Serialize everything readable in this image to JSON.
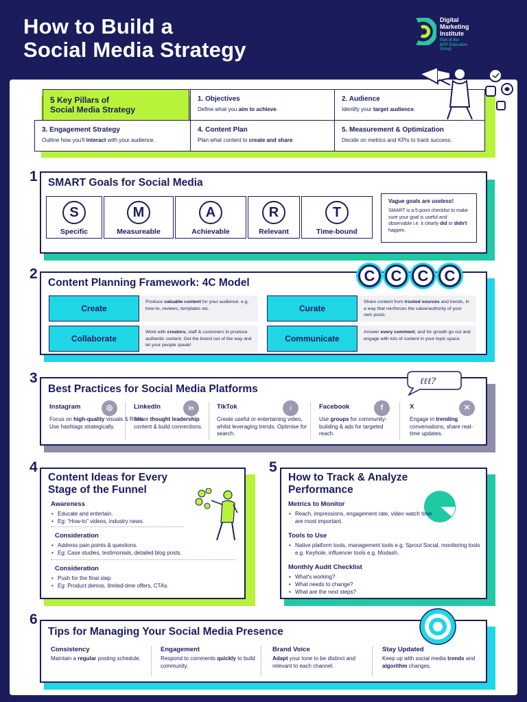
{
  "header": {
    "title_line1": "How to Build a",
    "title_line2": "Social Media Strategy",
    "logo_line1": "Digital",
    "logo_line2": "Marketing",
    "logo_line3": "Institute",
    "logo_sub1": "Part of the",
    "logo_sub2": "BPP Education",
    "logo_sub3": "Group"
  },
  "pillars": {
    "heading_line1": "5 Key Pillars of",
    "heading_line2": "Social Media Strategy",
    "items": [
      {
        "title": "1. Objectives",
        "pre": "Define what you ",
        "bold": "aim to achieve",
        "post": "."
      },
      {
        "title": "2. Audience",
        "pre": "Identify your ",
        "bold": "target audience",
        "post": "."
      },
      {
        "title": "3. Engagement Strategy",
        "pre": "Outline how you'll ",
        "bold": "interact",
        "post": " with your audience."
      },
      {
        "title": "4. Content Plan",
        "pre": "Plan what content to ",
        "bold": "create and share",
        "post": "."
      },
      {
        "title": "5. Measurement & Optimization",
        "pre": "Decide on metrics and KPIs to track success.",
        "bold": "",
        "post": ""
      }
    ]
  },
  "smart": {
    "number": "1",
    "heading": "SMART Goals for Social Media",
    "letters": [
      {
        "letter": "S",
        "label": "Specific"
      },
      {
        "letter": "M",
        "label": "Measureable"
      },
      {
        "letter": "A",
        "label": "Achievable"
      },
      {
        "letter": "R",
        "label": "Relevant"
      },
      {
        "letter": "T",
        "label": "Time-bound"
      }
    ],
    "note_title": "Vague goals are useless!",
    "note_pre": "SMART is a 5-point checklist to make sure your goal is useful and observable i.e. it clearly ",
    "note_b1": "did",
    "note_mid": " or ",
    "note_b2": "didn't",
    "note_post": " happen."
  },
  "fourc": {
    "number": "2",
    "heading": "Content Planning Framework: 4C Model",
    "badge_letters": [
      "C",
      "C",
      "C",
      "C"
    ],
    "items": [
      {
        "label": "Create",
        "pre": "Produce ",
        "bold": "valuable content",
        "post": " for your audience. e.g. how-to, reviews, templates etc."
      },
      {
        "label": "Curate",
        "pre": "Share content from ",
        "bold": "trusted sources",
        "post": " and trends, in a way that reinforces the value/authority of your own posts."
      },
      {
        "label": "Collaborate",
        "pre": "Work with ",
        "bold": "creators",
        "post": ", staff & customers to produce authentic content. Get the brand out of the way and let your people speak!"
      },
      {
        "label": "Communicate",
        "pre": "Answer ",
        "bold": "every comment",
        "post": ", and for growth go out and engage with lots of content in your topic space."
      }
    ]
  },
  "platforms": {
    "number": "3",
    "heading": "Best Practices for Social Media Platforms",
    "bubble": "ℓℓℓ?",
    "items": [
      {
        "name": "Instagram",
        "icon": "instagram-icon",
        "pre": "Focus on ",
        "bold": "high-quality",
        "post": " visuals & Reels. Use hashtags strategically."
      },
      {
        "name": "LinkedIn",
        "icon": "linkedin-icon",
        "pre": "Share ",
        "bold": "thought leadership",
        "post": " content & build connections."
      },
      {
        "name": "TikTok",
        "icon": "tiktok-icon",
        "pre": "Create useful or entertaining video, whilst leveraging trends. Optimise for search.",
        "bold": "",
        "post": ""
      },
      {
        "name": "Facebook",
        "icon": "facebook-icon",
        "pre": "Use ",
        "bold": "groups",
        "post": " for community-building & ads for targeted reach."
      },
      {
        "name": "X",
        "icon": "x-icon",
        "pre": "Engage in ",
        "bold": "trending",
        "post": " conversations, share real-time updates."
      }
    ]
  },
  "funnel": {
    "number": "4",
    "heading_line1": "Content Ideas for Every",
    "heading_line2": "Stage of the Funnel",
    "stages": [
      {
        "title": "Awareness",
        "bullets": [
          "Educate and entertain.",
          "Eg: “How-to” videos, industry news."
        ]
      },
      {
        "title": "Consideration",
        "bullets": [
          "Address pain points & questions.",
          "Eg: Case studies, testimonials, detailed blog posts."
        ]
      },
      {
        "title": "Consideration",
        "bullets": [
          "Push for the final step",
          "Eg: Product demos, limited-time offers, CTAs."
        ]
      }
    ]
  },
  "track": {
    "number": "5",
    "heading_line1": "How to Track & Analyze",
    "heading_line2": "Performance",
    "sections": [
      {
        "title": "Metrics to Monitor",
        "bullets": [
          "Reach, impressions, engagement rate, video watch time are most important."
        ]
      },
      {
        "title": "Tools to Use",
        "bullets": [
          "Native platform tools, management tools e.g. Sprout Social, monitoring tools e.g. Keyhole, influencer tools e.g. Modash."
        ]
      },
      {
        "title": "Monthly Audit Checklist",
        "bullets": [
          "What's working?",
          "What needs to change?",
          "What are the next steps?"
        ]
      }
    ]
  },
  "tips": {
    "number": "6",
    "heading": "Tips for Managing Your Social Media Presence",
    "items": [
      {
        "title": "Consistency",
        "pre": "Maintain a ",
        "bold": "regular",
        "post": " posting schedule.",
        "bold2": "",
        "post2": ""
      },
      {
        "title": "Engagement",
        "pre": "Respond to comments ",
        "bold": "quickly",
        "post": " to build community.",
        "bold2": "",
        "post2": ""
      },
      {
        "title": "Brand Voice",
        "pre": "",
        "bold": "Adapt",
        "post": " your tone to be distinct and relevant to each channel.",
        "bold2": "",
        "post2": ""
      },
      {
        "title": "Stay Updated",
        "pre": "Keep up with social media ",
        "bold": "trends",
        "post": " and ",
        "bold2": "algorithm",
        "post2": " changes."
      }
    ]
  },
  "colors": {
    "navy": "#1b1c5c",
    "lime": "#b9f23a",
    "cyan": "#1fd6e6",
    "teal": "#1fc9a4",
    "gray_shadow": "#8d8ea6"
  }
}
